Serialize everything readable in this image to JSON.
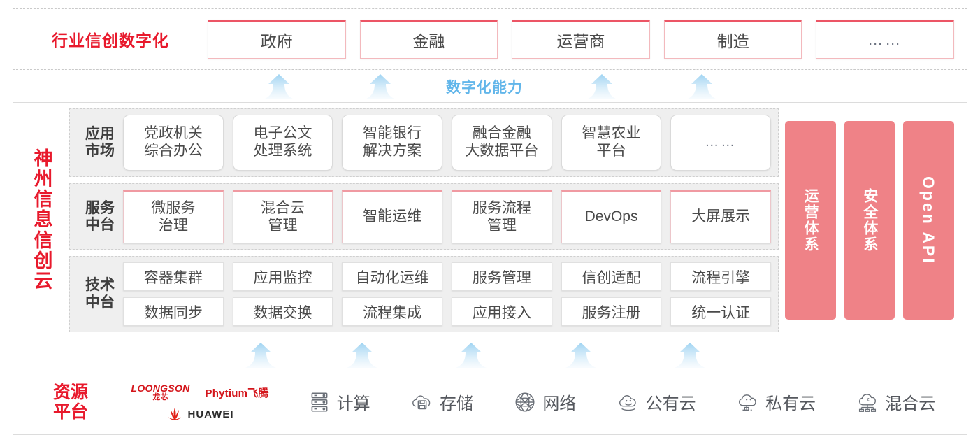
{
  "industry": {
    "title": "行业信创数字化",
    "boxes": [
      {
        "label": "政府"
      },
      {
        "label": "金融"
      },
      {
        "label": "运营商"
      },
      {
        "label": "制造"
      },
      {
        "label": "……"
      }
    ]
  },
  "capability": {
    "label": "数字化能力"
  },
  "cloud": {
    "title": "神州信息信创云",
    "rows": {
      "app": {
        "label": "应用\n市场",
        "label_line1": "应用",
        "label_line2": "市场",
        "cells": [
          {
            "line1": "党政机关",
            "line2": "综合办公"
          },
          {
            "line1": "电子公文",
            "line2": "处理系统"
          },
          {
            "line1": "智能银行",
            "line2": "解决方案"
          },
          {
            "line1": "融合金融",
            "line2": "大数据平台"
          },
          {
            "line1": "智慧农业",
            "line2": "平台"
          },
          {
            "line1": "……",
            "line2": ""
          }
        ]
      },
      "service": {
        "label_line1": "服务",
        "label_line2": "中台",
        "cells": [
          {
            "line1": "微服务",
            "line2": "治理"
          },
          {
            "line1": "混合云",
            "line2": "管理"
          },
          {
            "line1": "智能运维",
            "line2": ""
          },
          {
            "line1": "服务流程",
            "line2": "管理"
          },
          {
            "line1": "DevOps",
            "line2": ""
          },
          {
            "line1": "大屏展示",
            "line2": ""
          }
        ]
      },
      "tech": {
        "label_line1": "技术",
        "label_line2": "中台",
        "row1": [
          "容器集群",
          "应用监控",
          "自动化运维",
          "服务管理",
          "信创适配",
          "流程引擎"
        ],
        "row2": [
          "数据同步",
          "数据交换",
          "流程集成",
          "应用接入",
          "服务注册",
          "统一认证"
        ]
      }
    },
    "pillars": [
      {
        "label": "运营体系",
        "latin": false
      },
      {
        "label": "安全体系",
        "latin": false
      },
      {
        "label": "Open API",
        "latin": true
      }
    ]
  },
  "resource": {
    "title_line1": "资源",
    "title_line2": "平台",
    "logos": [
      {
        "name": "loongson",
        "en": "LOONGSON",
        "cn": "龙芯"
      },
      {
        "name": "phytium",
        "text": "Phytium飞腾"
      },
      {
        "name": "huawei",
        "text": "HUAWEI"
      }
    ],
    "items": [
      {
        "icon": "server-icon",
        "label": "计算"
      },
      {
        "icon": "cloud-storage-icon",
        "label": "存储"
      },
      {
        "icon": "network-icon",
        "label": "网络"
      },
      {
        "icon": "public-cloud-icon",
        "label": "公有云"
      },
      {
        "icon": "private-cloud-icon",
        "label": "私有云"
      },
      {
        "icon": "hybrid-cloud-icon",
        "label": "混合云"
      }
    ]
  },
  "colors": {
    "brand_red": "#e8192c",
    "pink_pillar": "#ef8287",
    "accent_blue": "#62b6ea",
    "box_top_red": "#ec5565"
  }
}
